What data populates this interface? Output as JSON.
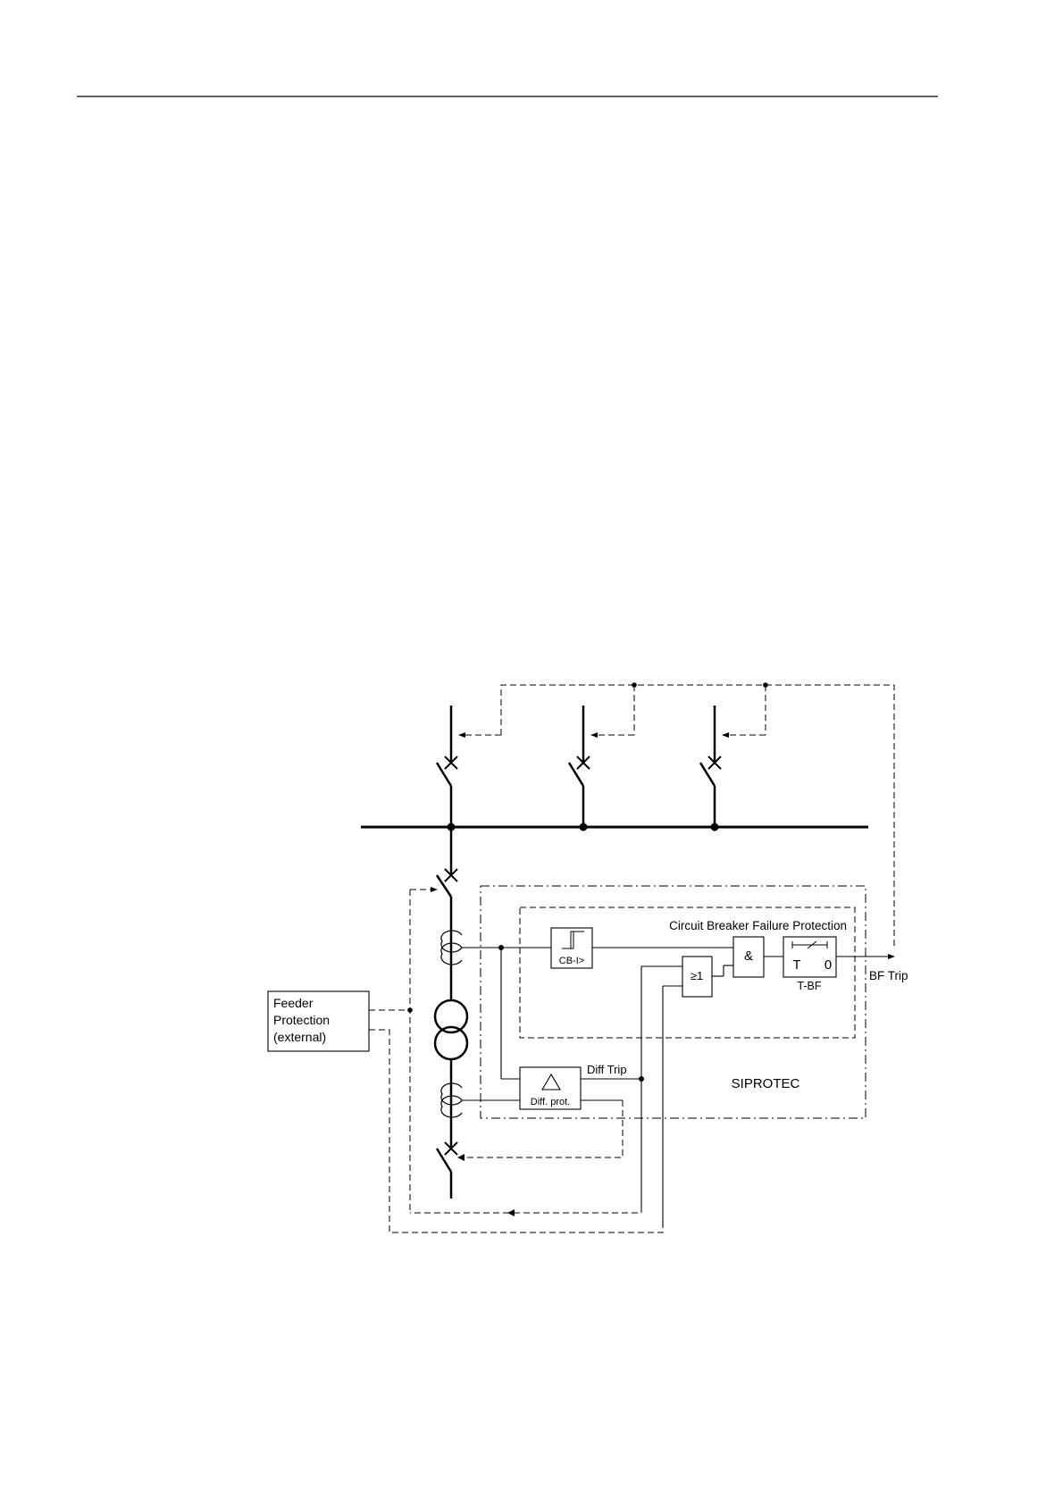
{
  "labels": {
    "cbf_box": "Circuit Breaker Failure Protection",
    "siprotec": "SIPROTEC",
    "cb_i": "CB-I>",
    "and_gate": "&",
    "or_gate": "≥1",
    "timer_t": "T",
    "timer_zero": "0",
    "timer_name": "T-BF",
    "bf_trip": "BF Trip",
    "diff_trip": "Diff Trip",
    "diff_prot": "Diff. prot.",
    "feeder_line1": "Feeder",
    "feeder_line2": "Protection",
    "feeder_line3": "(external)"
  },
  "colors": {
    "line": "#000000",
    "background": "#ffffff"
  }
}
